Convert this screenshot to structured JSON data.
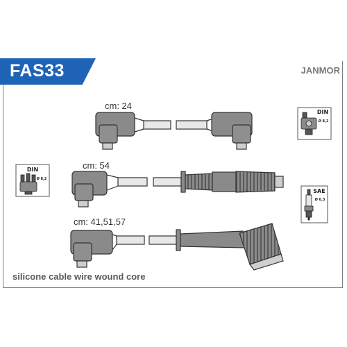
{
  "header": {
    "code": "FAS33",
    "brand": "JANMOR"
  },
  "cables": [
    {
      "label": "cm: 24"
    },
    {
      "label": "cm: 54"
    },
    {
      "label": "cm: 41,51,57"
    }
  ],
  "legend_icons": {
    "din_left": {
      "standard": "DIN",
      "size": "Ø 8,2"
    },
    "din_right": {
      "standard": "DIN",
      "size": "Ø 8,2"
    },
    "sae_right": {
      "standard": "SAE",
      "size": "Ø 6,3"
    }
  },
  "footer": {
    "description": "silicone cable wire wound core"
  }
}
